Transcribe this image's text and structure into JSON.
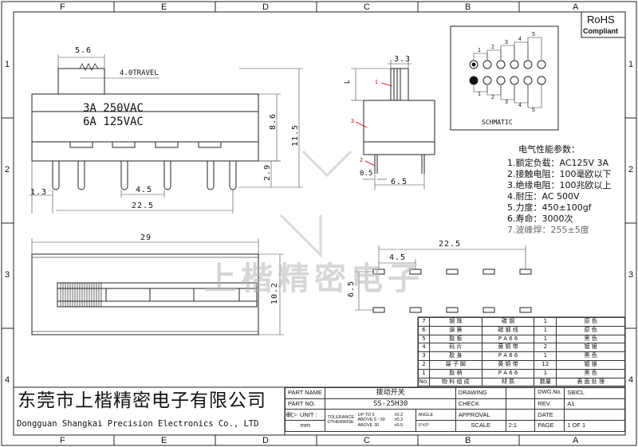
{
  "frame": {
    "col_letters": [
      "F",
      "E",
      "D",
      "C",
      "B",
      "A"
    ],
    "row_numbers": [
      "1",
      "2",
      "3",
      "4"
    ]
  },
  "rohs": {
    "title": "RoHS",
    "subtitle": "Compliant"
  },
  "front_view": {
    "actuator_width": "5.6",
    "travel": "4.0TRAVEL",
    "rating_1": "3A 250VAC",
    "rating_2": "6A 125VAC",
    "height_body": "8.6",
    "height_total": "11.5",
    "pin_length": "2.9",
    "pin_offset": "1.3",
    "pin_pitch": "4.5",
    "pin_span": "22.5"
  },
  "side_view": {
    "top_width": "3.3",
    "label_l": "L",
    "callout_1": "1",
    "callout_2": "2",
    "callout_3": "3",
    "pin_thickness": "0.5",
    "pin_spacing": "6.5"
  },
  "schematic": {
    "label": "SCHMATIC",
    "numbers": [
      "1",
      "2",
      "3",
      "4",
      "5"
    ]
  },
  "specs": {
    "heading": "电气性能参数：",
    "lines": [
      "1.额定负载：AC125V 3A",
      "2.接触电阻：100毫欧以下",
      "3.绝缘电阻：100兆欧以上",
      "4.耐压：AC 500V",
      "5.力度：450±100gf",
      "6.寿命：3000次",
      "7.波峰焊：255±5度"
    ]
  },
  "top_view": {
    "length": "29",
    "width": "10.2"
  },
  "pcb_layout": {
    "span": "22.5",
    "pitch": "4.5",
    "row_spacing": "6.5"
  },
  "watermark": "上楷精密电子",
  "bom": {
    "rows": [
      {
        "no": "7",
        "name": "钢 珠",
        "material": "碳 钢",
        "qty": "1",
        "finish": "原 色"
      },
      {
        "no": "6",
        "name": "弹 簧",
        "material": "碳 钢 线",
        "qty": "1",
        "finish": "原 色"
      },
      {
        "no": "5",
        "name": "胶 板",
        "material": "P A 6 6",
        "qty": "1",
        "finish": "黑 色"
      },
      {
        "no": "4",
        "name": "码 片",
        "material": "黄 铜 带",
        "qty": "2",
        "finish": "镀 银"
      },
      {
        "no": "3",
        "name": "胶 身",
        "material": "P A 6 6",
        "qty": "1",
        "finish": "黑 色"
      },
      {
        "no": "2",
        "name": "端 子 脚",
        "material": "黄 铜 带",
        "qty": "12",
        "finish": "镀 银"
      },
      {
        "no": "1",
        "name": "胶 柄",
        "material": "P A 6 6",
        "qty": "1",
        "finish": "黑 色"
      }
    ],
    "header": {
      "no": "No.",
      "name": "物 料 组 成",
      "material": "材 质",
      "qty": "数量",
      "finish": "表 面 处 理"
    }
  },
  "title_block": {
    "company_cn": "东莞市上楷精密电子有限公司",
    "company_en": "Dongguan Shangkai Precision Electronics Co., LTD",
    "part_name_label": "PART NAME",
    "part_name": "拨动开关",
    "part_no_label": "PART NO.",
    "part_no": "SS-25H30",
    "unit_label": "UNIT :",
    "unit": "mm",
    "tolerance_label": "TOLERANCE",
    "otherwise_label": "OTHERWISE",
    "tol_1": "UP TO 5",
    "tol_1v": "±0.2",
    "tol_2": "ABOVE 5 ~30",
    "tol_2v": "±0.3",
    "tol_3": "ABOVE 30",
    "tol_3v": "±0.5",
    "angle_label": "ANGLE",
    "angle_val": "0°±3°",
    "drawing_label": "DRAWING",
    "check_label": "CHECK",
    "approval_label": "APPROVAL",
    "scale_label": "SCALE",
    "scale": "2:1",
    "dwg_no_label": "DWG.No.",
    "dwg_no": "SBICL",
    "rev_label": "REV.",
    "rev": "A1",
    "date_label": "DATE",
    "page_label": "PAGE",
    "page": "1 OF 1"
  }
}
